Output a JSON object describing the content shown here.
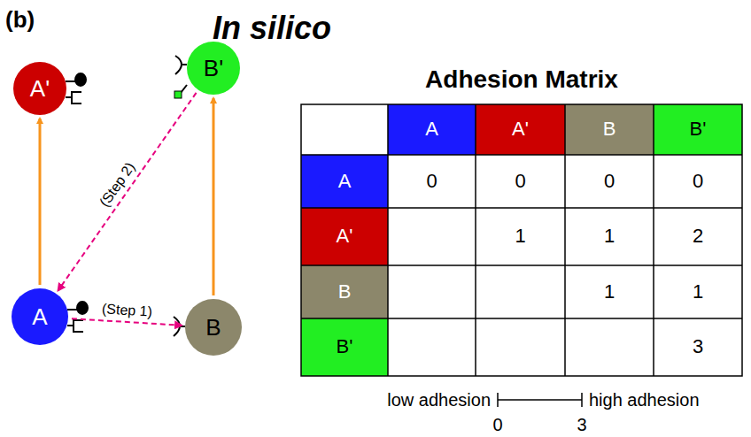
{
  "diagram": {
    "title": "In silico",
    "nodes": [
      {
        "text": [
          "A'"
        ]
      },
      {
        "text": [
          "B'"
        ]
      },
      {
        "text": [
          "A"
        ]
      },
      {
        "text": [
          "B"
        ]
      }
    ],
    "edges": [
      {
        "from": 2,
        "to": 0,
        "arrow": "to"
      },
      {
        "from": 3,
        "to": 1,
        "arrow": "to"
      },
      {
        "from": 2,
        "to": 3,
        "label": "(Step 1)",
        "arrow": "to"
      },
      {
        "from": 1,
        "to": 2,
        "label": "(Step 2)",
        "arrow": "to"
      }
    ],
    "labels": [
      "(b)",
      "Adhesion Matrix",
      "A",
      "A'",
      "B",
      "B'",
      "A",
      "0",
      "0",
      "0",
      "0",
      "A'",
      "1",
      "1",
      "2",
      "B",
      "1",
      "1",
      "B'",
      "3",
      "low adhesion",
      "0",
      "3",
      "high adhesion"
    ]
  }
}
